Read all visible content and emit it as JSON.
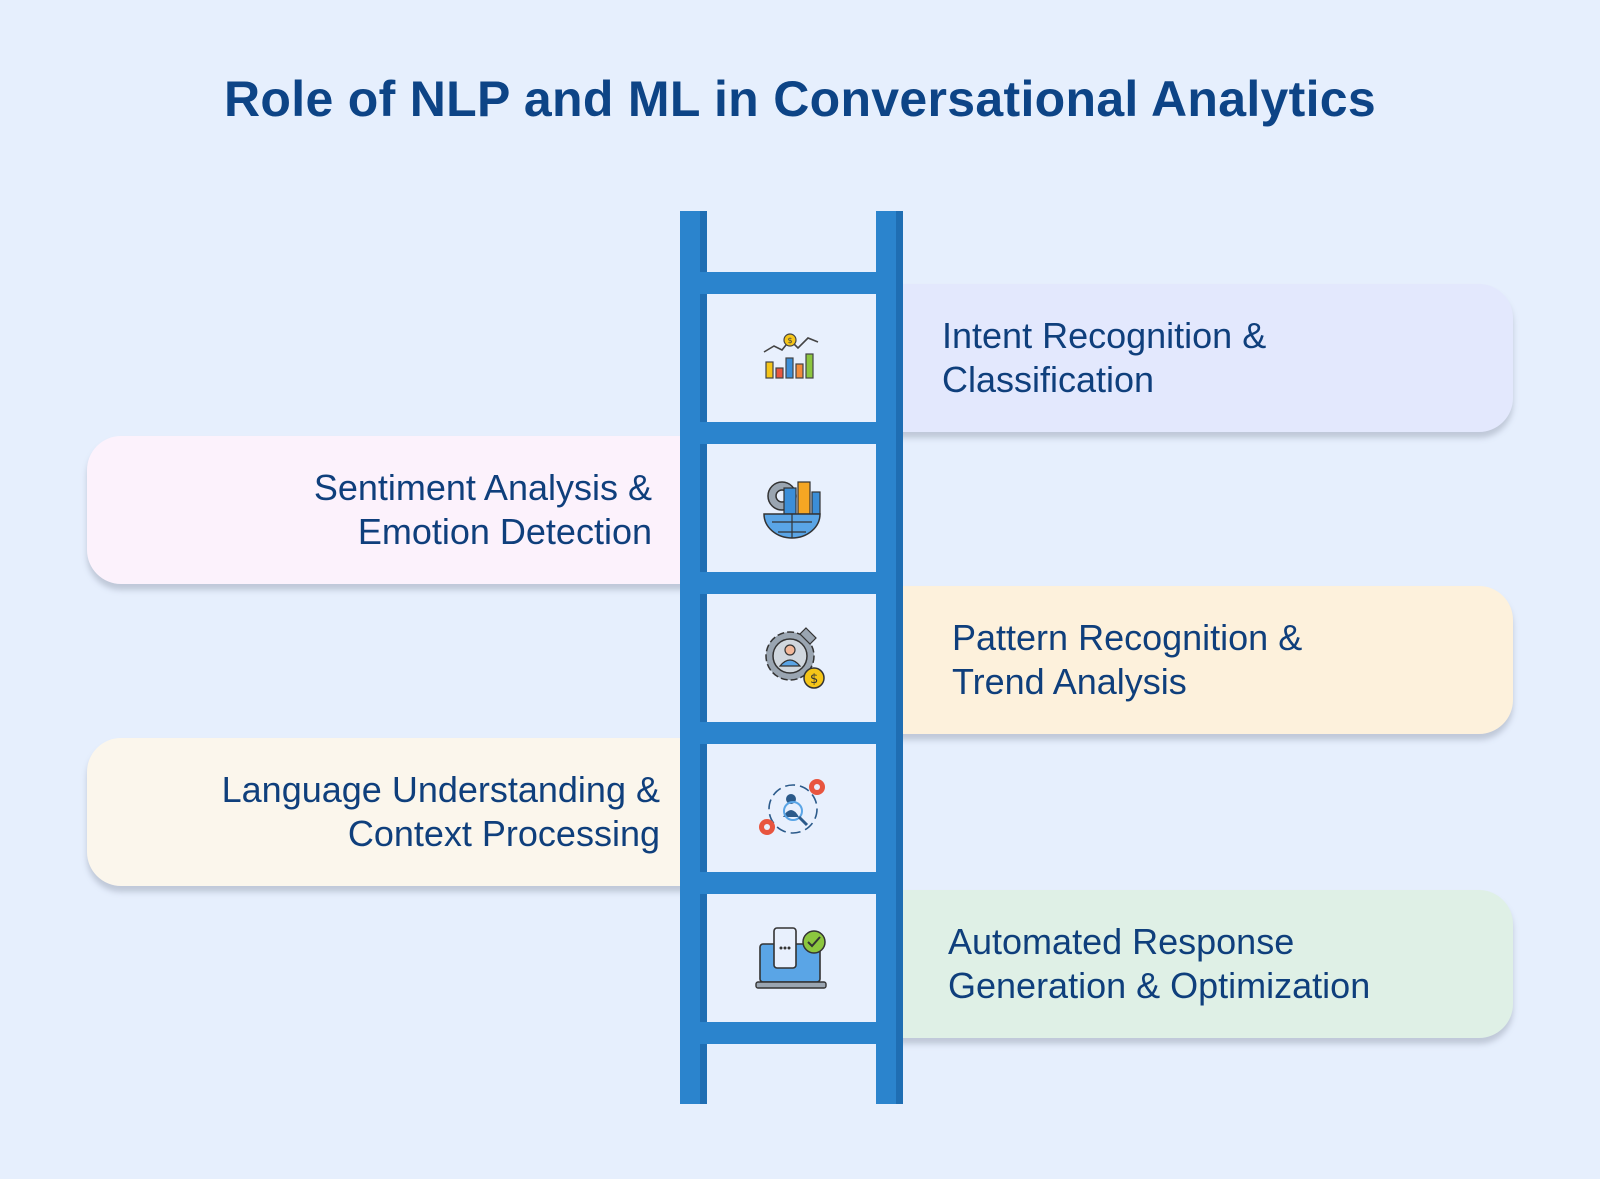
{
  "title": "Role of NLP and ML in Conversational Analytics",
  "steps": [
    {
      "text": "Intent Recognition & Classification",
      "side": "right",
      "color": "#e3e8fd",
      "icon": "chart-icon"
    },
    {
      "text": "Sentiment Analysis & Emotion Detection",
      "side": "left",
      "color": "#fcf2fc",
      "icon": "globe-city-gear-icon"
    },
    {
      "text": "Pattern Recognition & Trend Analysis",
      "side": "right",
      "color": "#fdf1dc",
      "icon": "gear-user-dollar-icon"
    },
    {
      "text": "Language Understanding & Context Processing",
      "side": "left",
      "color": "#fbf6ec",
      "icon": "user-search-gears-icon"
    },
    {
      "text": "Automated Response Generation & Optimization",
      "side": "right",
      "color": "#dff0e6",
      "icon": "laptop-mobile-check-icon"
    }
  ],
  "colors": {
    "ladder": "#2b84cd",
    "title": "#0d4486",
    "text": "#0f3f7c",
    "background": "#e6effd"
  }
}
